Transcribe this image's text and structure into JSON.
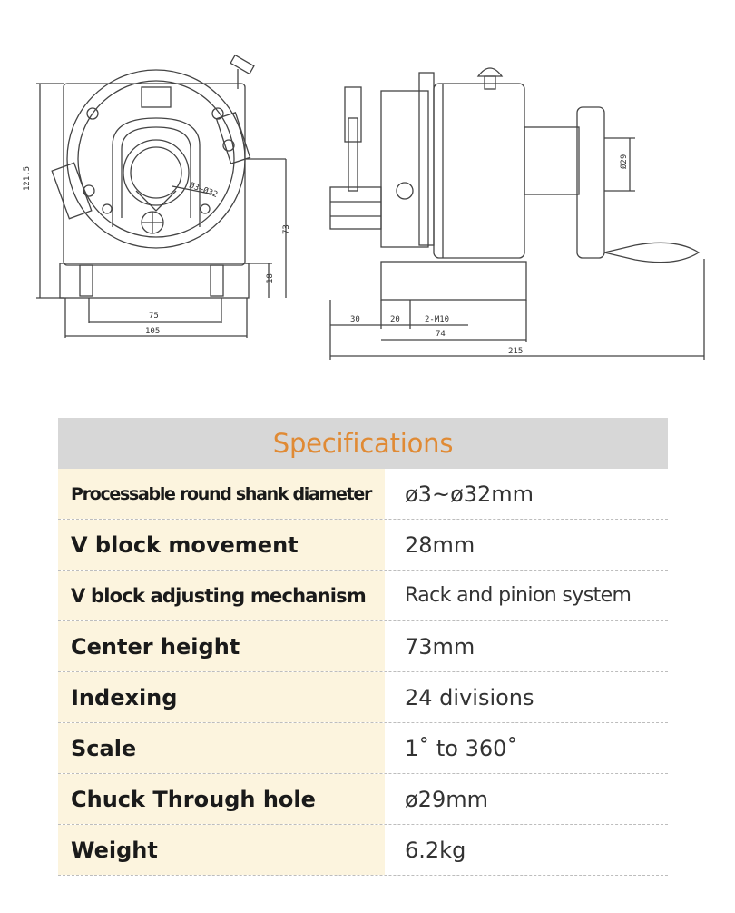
{
  "drawing": {
    "front_view_dims": {
      "height_left": "121.5",
      "dia_label": "Ø3~Ø32",
      "center_height": "73",
      "base_height": "18",
      "inner_width": "75",
      "outer_width": "105"
    },
    "side_view_dims": {
      "shaft_dia": "Ø29",
      "d1": "30",
      "d2": "20",
      "bolt": "2-M10",
      "d3": "74",
      "overall": "215"
    }
  },
  "specifications": {
    "title": "Specifications",
    "rows": [
      {
        "label": "Processable round shank diameter",
        "value": "ø3~ø32mm"
      },
      {
        "label": "V block movement",
        "value": "28mm"
      },
      {
        "label": "V block adjusting mechanism",
        "value": "Rack and pinion system"
      },
      {
        "label": "Center height",
        "value": "73mm"
      },
      {
        "label": "Indexing",
        "value": "24 divisions"
      },
      {
        "label": "Scale",
        "value": "1˚ to 360˚"
      },
      {
        "label": "Chuck Through hole",
        "value": "ø29mm"
      },
      {
        "label": "Weight",
        "value": "6.2kg"
      }
    ]
  }
}
